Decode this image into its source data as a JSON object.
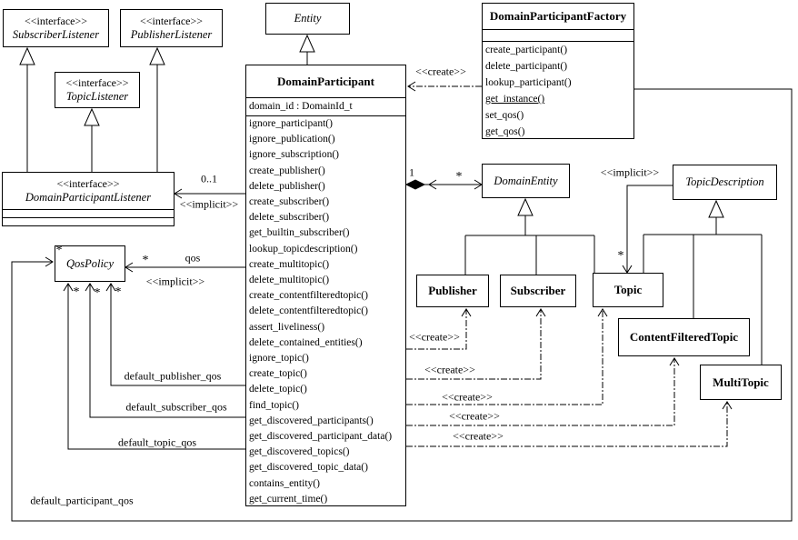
{
  "classes": {
    "subscriberListener": {
      "stereotype": "<<interface>>",
      "name": "SubscriberListener"
    },
    "publisherListener": {
      "stereotype": "<<interface>>",
      "name": "PublisherListener"
    },
    "topicListener": {
      "stereotype": "<<interface>>",
      "name": "TopicListener"
    },
    "domainParticipantListener": {
      "stereotype": "<<interface>>",
      "name": "DomainParticipantListener"
    },
    "entity": {
      "name": "Entity"
    },
    "domainParticipantFactory": {
      "name": "DomainParticipantFactory",
      "methods": [
        {
          "text": "create_participant()"
        },
        {
          "text": "delete_participant()"
        },
        {
          "text": "lookup_participant()"
        },
        {
          "text": "get_instance()",
          "underline": true
        },
        {
          "text": "set_qos()"
        },
        {
          "text": "get_qos()"
        }
      ]
    },
    "domainParticipant": {
      "name": "DomainParticipant",
      "attributes": [
        {
          "text": "domain_id : DomainId_t"
        }
      ],
      "methods": [
        {
          "text": "ignore_participant()"
        },
        {
          "text": "ignore_publication()"
        },
        {
          "text": "ignore_subscription()"
        },
        {
          "text": "create_publisher()"
        },
        {
          "text": "delete_publisher()"
        },
        {
          "text": "create_subscriber()"
        },
        {
          "text": "delete_subscriber()"
        },
        {
          "text": "get_builtin_subscriber()"
        },
        {
          "text": "lookup_topicdescription()"
        },
        {
          "text": "create_multitopic()"
        },
        {
          "text": "delete_multitopic()"
        },
        {
          "text": "create_contentfilteredtopic()"
        },
        {
          "text": "delete_contentfilteredtopic()"
        },
        {
          "text": "assert_liveliness()"
        },
        {
          "text": "delete_contained_entities()"
        },
        {
          "text": "ignore_topic()"
        },
        {
          "text": "create_topic()"
        },
        {
          "text": "delete_topic()"
        },
        {
          "text": "find_topic()"
        },
        {
          "text": "get_discovered_participants()"
        },
        {
          "text": "get_discovered_participant_data()"
        },
        {
          "text": "get_discovered_topics()"
        },
        {
          "text": "get_discovered_topic_data()"
        },
        {
          "text": "contains_entity()"
        },
        {
          "text": "get_current_time()"
        }
      ]
    },
    "domainEntity": {
      "name": "DomainEntity"
    },
    "topicDescription": {
      "name": "TopicDescription"
    },
    "qosPolicy": {
      "name": "QosPolicy"
    },
    "publisher": {
      "name": "Publisher"
    },
    "subscriber": {
      "name": "Subscriber"
    },
    "topic": {
      "name": "Topic"
    },
    "contentFilteredTopic": {
      "name": "ContentFilteredTopic"
    },
    "multiTopic": {
      "name": "MultiTopic"
    }
  },
  "labels": {
    "create": "<<create>>",
    "implicit": "<<implicit>>",
    "qos": "qos",
    "one": "1",
    "many": "*",
    "zeroOrOne": "0..1",
    "defaultPublisherQos": "default_publisher_qos",
    "defaultSubscriberQos": "default_subscriber_qos",
    "defaultTopicQos": "default_topic_qos",
    "defaultParticipantQos": "default_participant_qos"
  },
  "colors": {
    "line": "#000000",
    "background": "#ffffff",
    "text": "#000000"
  }
}
